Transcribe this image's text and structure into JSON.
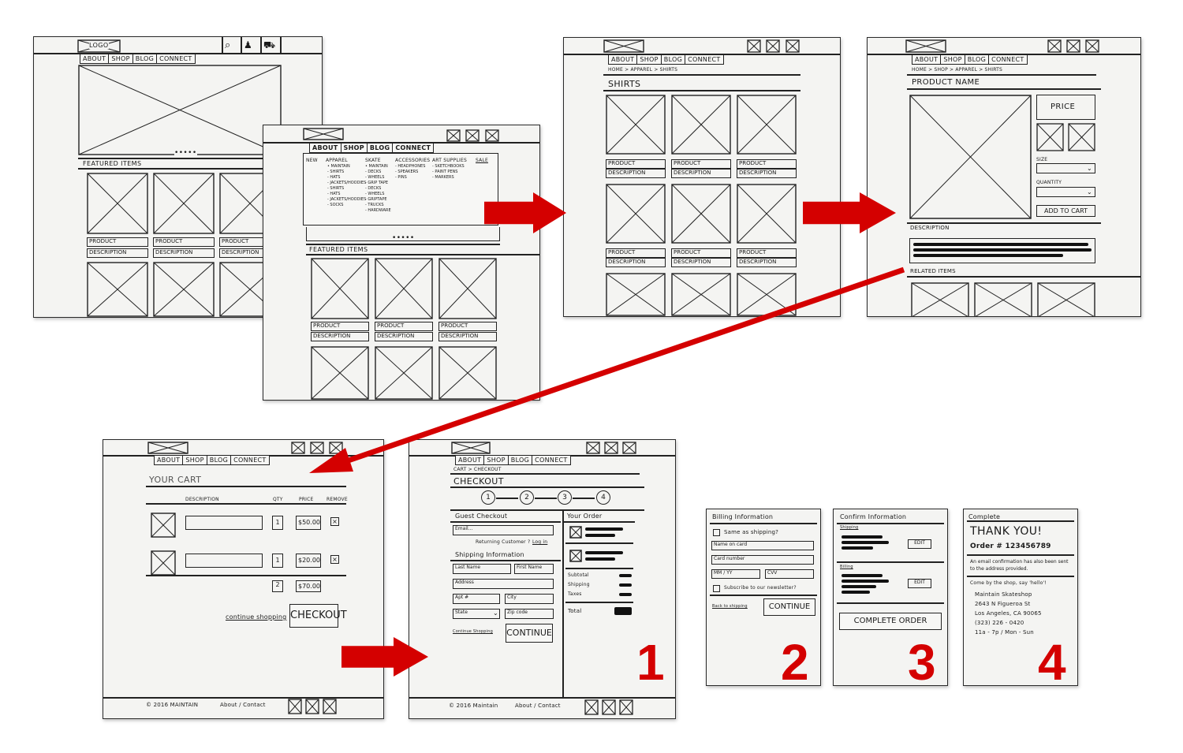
{
  "colors": {
    "arrow": "#d40000",
    "paper": "#f4f4f2",
    "ink": "#222222"
  },
  "nav": {
    "about": "ABOUT",
    "shop": "SHOP",
    "blog": "BLOG",
    "connect": "CONNECT"
  },
  "home": {
    "logo": "LOGO",
    "dots": "•••••",
    "featured": "FEATURED ITEMS",
    "product": "PRODUCT",
    "description": "DESCRIPTION"
  },
  "menu": {
    "new": "NEW",
    "apparel": "APPAREL",
    "apparel_items": [
      "• MAINTAIN",
      "- SHIRTS",
      "- HATS",
      "- JACKETS/HOODIES",
      "- SHIRTS",
      "- HATS",
      "- JACKETS/HOODIES",
      "- SOCKS"
    ],
    "skate": "SKATE",
    "skate_items": [
      "• MAINTAIN",
      "- DECKS",
      "- WHEELS",
      "- GRIP TAPE",
      "- DECKS",
      "- WHEELS",
      "- GRIPTAPE",
      "- TRUCKS",
      "- HARDWARE"
    ],
    "accessories": "ACCESSORIES",
    "accessories_items": [
      "- HEADPHONES",
      "- SPEAKERS",
      "- PINS"
    ],
    "art": "ART SUPPLIES",
    "art_items": [
      "- SKETCHBOOKS",
      "- PAINT PENS",
      "- MARKERS"
    ],
    "sale": "SALE"
  },
  "category": {
    "breadcrumb": "HOME > APPAREL > SHIRTS",
    "title": "SHIRTS"
  },
  "product_page": {
    "breadcrumb": "HOME > SHOP > APPAREL > SHIRTS",
    "title": "PRODUCT NAME",
    "price": "PRICE",
    "size": "SIZE",
    "quantity": "QUANTITY",
    "add_to_cart": "ADD TO CART",
    "description": "DESCRIPTION",
    "related": "RELATED ITEMS"
  },
  "cart": {
    "title": "YOUR CART",
    "col_description": "DESCRIPTION",
    "col_qty": "QTY",
    "col_price": "PRICE",
    "col_remove": "REMOVE",
    "rows": [
      {
        "qty": "1",
        "price": "$50.00"
      },
      {
        "qty": "1",
        "price": "$20.00"
      }
    ],
    "total_qty": "2",
    "total_price": "$70.00",
    "continue": "continue shopping",
    "checkout": "CHECKOUT",
    "footer": "© 2016 MAINTAIN",
    "footer_links": "About / Contact"
  },
  "checkout": {
    "breadcrumb": "CART > CHECKOUT",
    "title": "CHECKOUT",
    "steps": [
      "1",
      "2",
      "3",
      "4"
    ],
    "guest": "Guest Checkout",
    "email": "Email...",
    "returning": "Returning Customer ?",
    "login": "Log in",
    "shipping": "Shipping Information",
    "last_name": "Last Name",
    "first_name": "First Name",
    "address": "Address",
    "apt": "Apt #",
    "city": "City",
    "state": "State",
    "zip": "Zip code",
    "continue_shopping": "Continue Shopping",
    "continue": "CONTINUE",
    "your_order": "Your Order",
    "subtotal": "Subtotal",
    "shipping_cost": "Shipping",
    "taxes": "Taxes",
    "total": "Total",
    "footer": "© 2016 Maintain",
    "footer_links": "About / Contact"
  },
  "billing": {
    "title": "Billing Information",
    "same": "Same as shipping?",
    "name": "Name on card",
    "card": "Card number",
    "mmyy": "MM / YY",
    "cvv": "CVV",
    "subscribe": "Subscribe to our newsletter?",
    "back": "Back to shipping",
    "continue": "CONTINUE"
  },
  "confirm": {
    "title": "Confirm Information",
    "shipping": "Shipping",
    "billing": "Billing",
    "edit": "EDIT",
    "complete": "COMPLETE ORDER"
  },
  "complete": {
    "title": "Complete",
    "thanks": "THANK YOU!",
    "order": "Order # 123456789",
    "email_note": "An email confirmation has also been sent to the address provided.",
    "come_by": "Come by the shop, say 'hello'!",
    "shop_name": "Maintain Skateshop",
    "street": "2643 N Figueroa St",
    "city": "Los Angeles, CA 90065",
    "phone": "(323) 226 - 0420",
    "hours": "11a - 7p / Mon - Sun"
  },
  "step_numbers": [
    "1",
    "2",
    "3",
    "4"
  ]
}
